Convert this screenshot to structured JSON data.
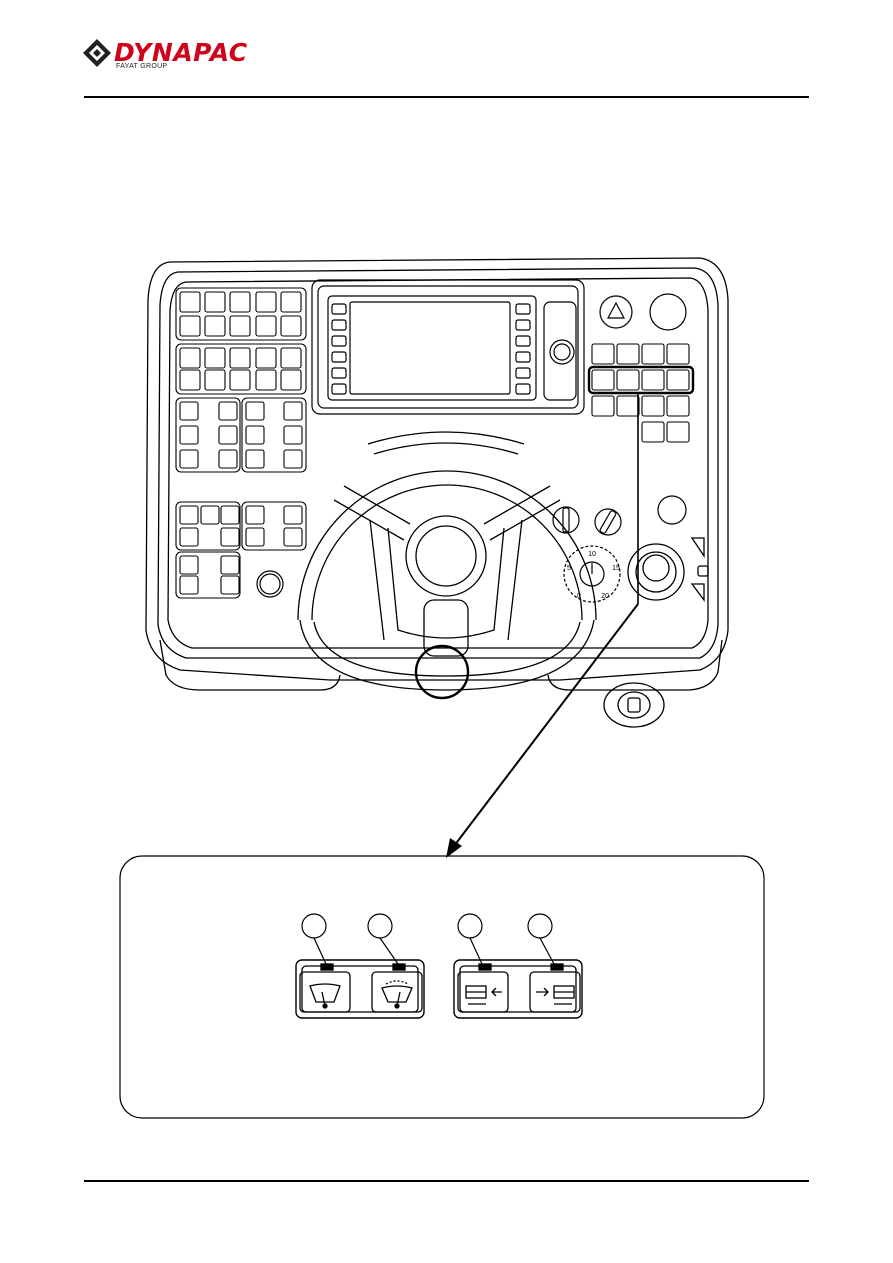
{
  "brand": {
    "name": "DYNAPAC",
    "subtitle": "FAYAT GROUP"
  },
  "panel": {
    "speed_dial_ticks": [
      "0",
      "5",
      "10",
      "15",
      "20"
    ],
    "detail_callouts": [
      {
        "icon": "wiper-front-icon"
      },
      {
        "icon": "wiper-rear-icon"
      },
      {
        "icon": "work-light-rear-icon"
      },
      {
        "icon": "work-light-front-icon"
      }
    ]
  },
  "colors": {
    "brand_red": "#d0021b",
    "line": "#000000"
  }
}
